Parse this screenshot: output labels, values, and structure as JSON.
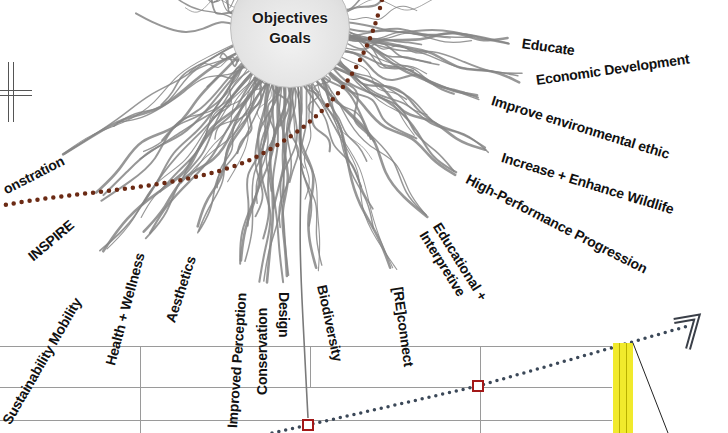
{
  "diagram": {
    "nodes": [
      {
        "text": [
          "Objectives Goals"
        ]
      }
    ],
    "labels": [
      "Educate",
      "Economic Development",
      "Improve environmental ethic",
      "Increase + Enhance Wildlife",
      "High-Performance Progression",
      "onstration",
      "INSPIRE",
      "Sustainability Mobility",
      "Health + Wellness",
      "Aesthetics",
      "Improved Perception",
      "Conservation",
      "Design",
      "Biodiversity",
      "[RE]connect",
      "Educational + Interpretive"
    ]
  }
}
